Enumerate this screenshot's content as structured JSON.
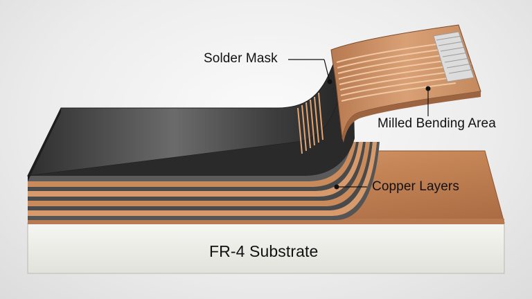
{
  "labels": {
    "solder_mask": "Solder Mask",
    "milled_bending_area": "Milled Bending Area",
    "copper_layers": "Copper Layers",
    "substrate": "FR-4 Substrate"
  },
  "colors": {
    "solder_mask": "#3a3a3a",
    "copper": "#c98a5c",
    "copper_dark": "#8a5535",
    "substrate": "#eeeeea",
    "trace_highlight": "#f2d8bf"
  }
}
